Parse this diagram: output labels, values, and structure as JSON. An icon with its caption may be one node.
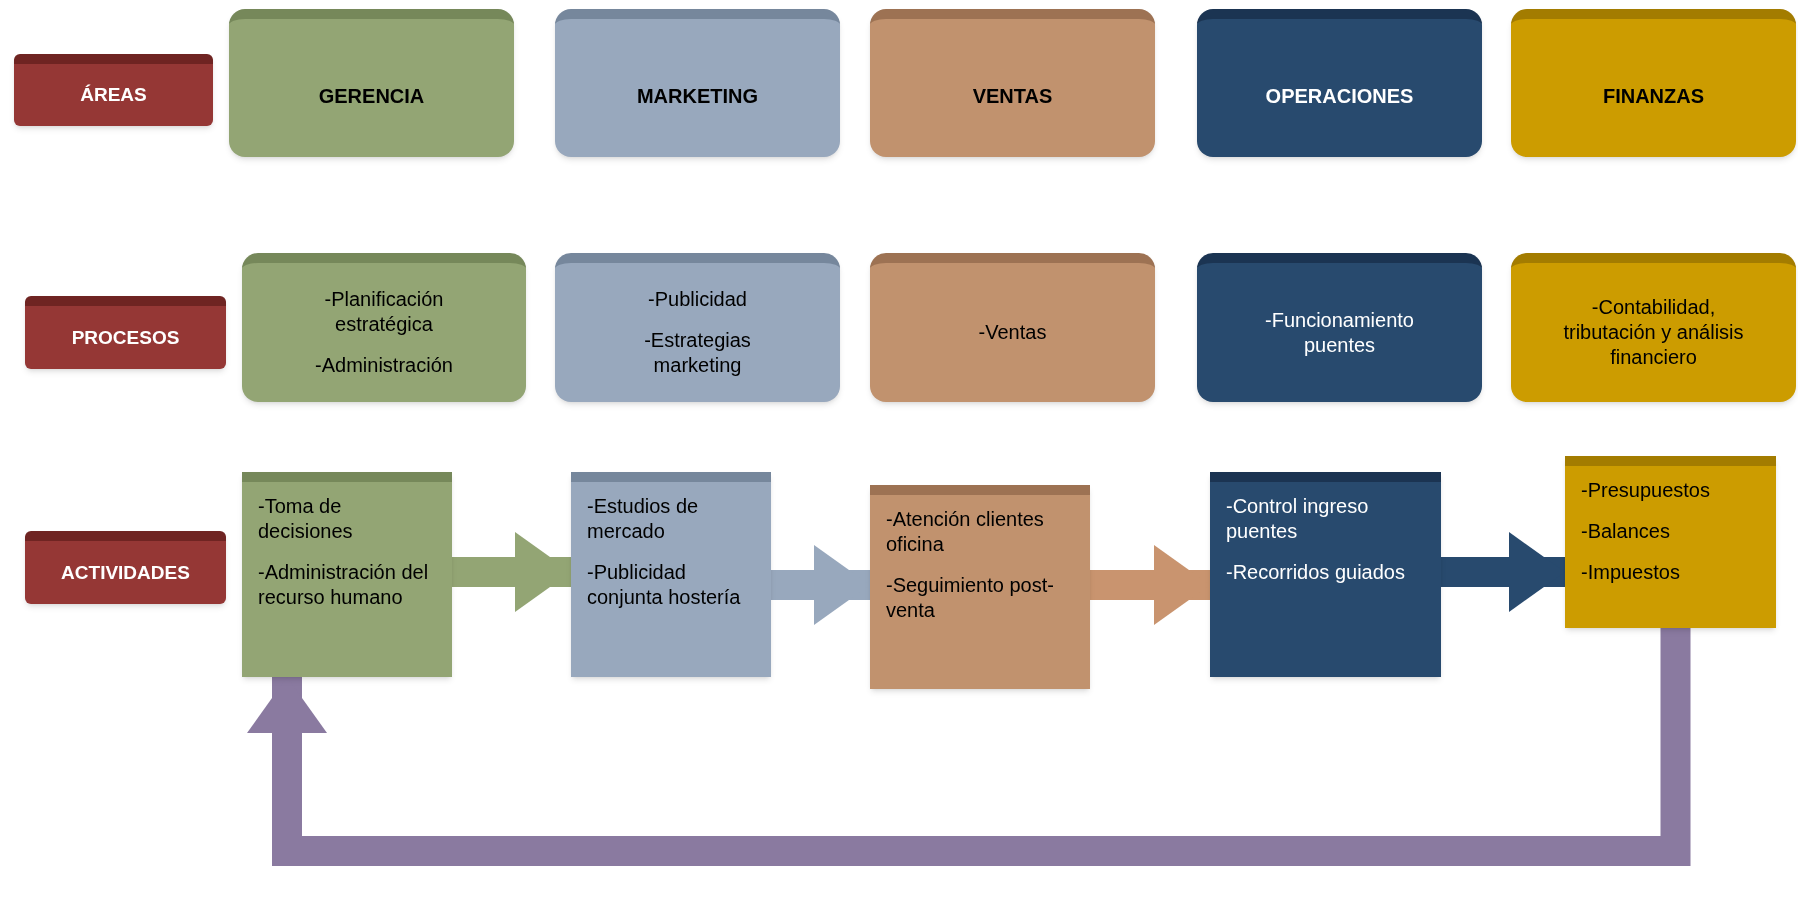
{
  "diagram": {
    "nodes": [
      {
        "text": [
          "ÁREAS"
        ]
      },
      {
        "text": [
          "GERENCIA"
        ]
      },
      {
        "text": [
          "MARKETING"
        ]
      },
      {
        "text": [
          "VENTAS"
        ]
      },
      {
        "text": [
          "OPERACIONES"
        ]
      },
      {
        "text": [
          "FINANZAS"
        ]
      },
      {
        "text": [
          "PROCESOS"
        ]
      },
      {
        "text": [
          "-Planificación estratégica",
          "-Administración"
        ]
      },
      {
        "text": [
          "-Publicidad",
          "-Estrategias marketing"
        ]
      },
      {
        "text": [
          "-Ventas"
        ]
      },
      {
        "text": [
          "-Funcionamiento puentes"
        ]
      },
      {
        "text": [
          "-Contabilidad, tributación y análisis financiero"
        ]
      },
      {
        "text": [
          "ACTIVIDADES"
        ]
      },
      {
        "text": [
          "-Toma de decisiones",
          "-Administración del recurso humano"
        ]
      },
      {
        "text": [
          "-Estudios de mercado",
          "-Publicidad conjunta hostería"
        ]
      },
      {
        "text": [
          "-Atención clientes oficina",
          "-Seguimiento post-venta"
        ]
      },
      {
        "text": [
          "-Control ingreso puentes",
          "-Recorridos guiados"
        ]
      },
      {
        "text": [
          "-Presupuestos",
          "-Balances",
          "-Impuestos"
        ]
      }
    ],
    "edges": [
      {
        "from": 13,
        "to": 14,
        "arrow": "to",
        "color": "#93a574"
      },
      {
        "from": 14,
        "to": 15,
        "arrow": "to",
        "color": "#98a8bd"
      },
      {
        "from": 15,
        "to": 16,
        "arrow": "to",
        "color": "#c9946f"
      },
      {
        "from": 16,
        "to": 17,
        "arrow": "to",
        "color": "#284a6e"
      },
      {
        "from": 17,
        "to": 13,
        "arrow": "to",
        "color": "#8a7aa0"
      }
    ]
  }
}
